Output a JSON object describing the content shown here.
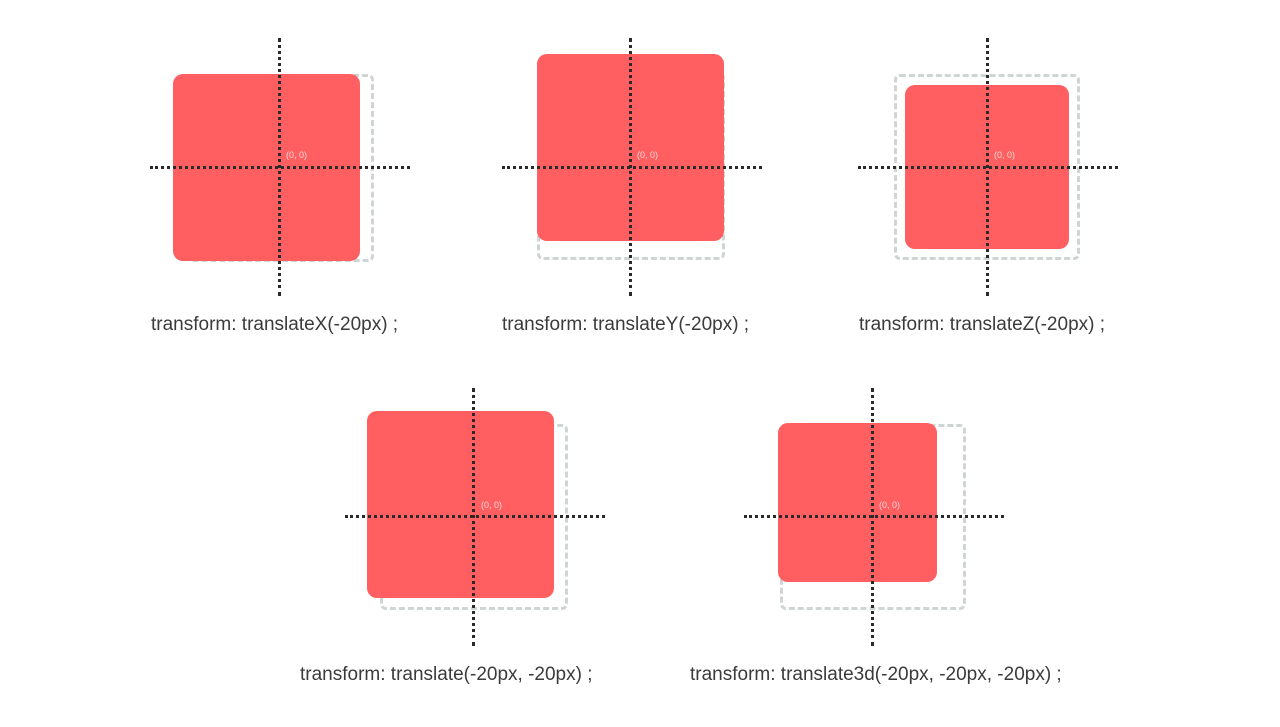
{
  "colors": {
    "box": "#ff5f60",
    "ghost_outline": "#cfd4d4",
    "axis": "#2a2a2a",
    "caption_text": "#3b3b3b",
    "origin_text": "#ffd7d7"
  },
  "demos": [
    {
      "origin_label": "(0, 0)",
      "caption": "transform: translateX(-20px) ;"
    },
    {
      "origin_label": "(0, 0)",
      "caption": "transform: translateY(-20px) ;"
    },
    {
      "origin_label": "(0, 0)",
      "caption": "transform: translateZ(-20px) ;"
    },
    {
      "origin_label": "(0, 0)",
      "caption": "transform: translate(-20px, -20px) ;"
    },
    {
      "origin_label": "(0, 0)",
      "caption": "transform: translate3d(-20px, -20px, -20px) ;"
    }
  ]
}
